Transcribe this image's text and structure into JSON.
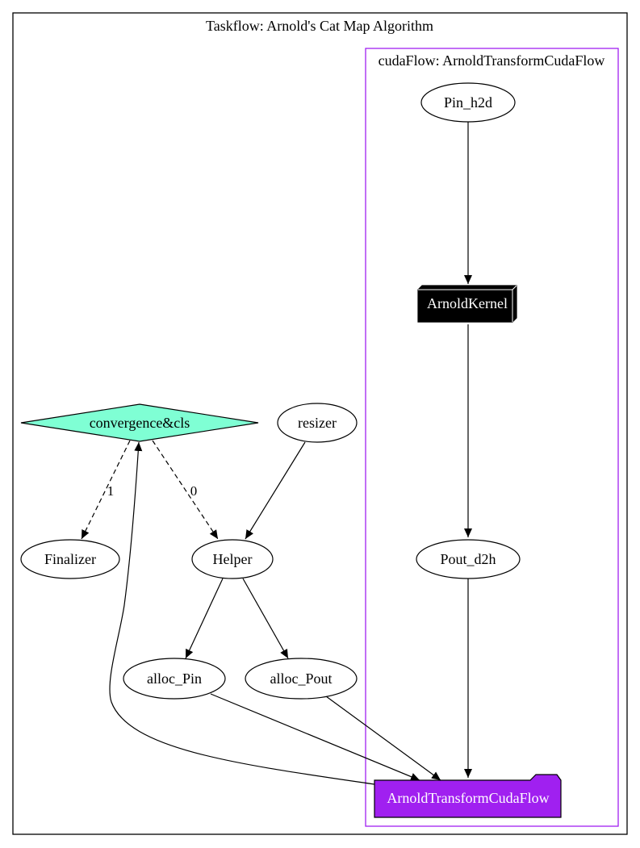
{
  "diagram": {
    "title": "Taskflow: Arnold's Cat Map Algorithm",
    "cudaflow_title": "cudaFlow: ArnoldTransformCudaFlow",
    "colors": {
      "cluster_border": "#000000",
      "cudaflow_border": "#a020f0",
      "condition_fill": "#7fffd4",
      "kernel_fill": "#000000",
      "cudaflow_node_fill": "#a020f0",
      "edge": "#000000"
    },
    "nodes": {
      "convergence": "convergence&cls",
      "resizer": "resizer",
      "finalizer": "Finalizer",
      "helper": "Helper",
      "alloc_pin": "alloc_Pin",
      "alloc_pout": "alloc_Pout",
      "pin_h2d": "Pin_h2d",
      "arnold_kernel": "ArnoldKernel",
      "pout_d2h": "Pout_d2h",
      "arnold_transform": "ArnoldTransformCudaFlow"
    },
    "edge_labels": {
      "to_finalizer": "1",
      "to_helper": "0"
    }
  }
}
